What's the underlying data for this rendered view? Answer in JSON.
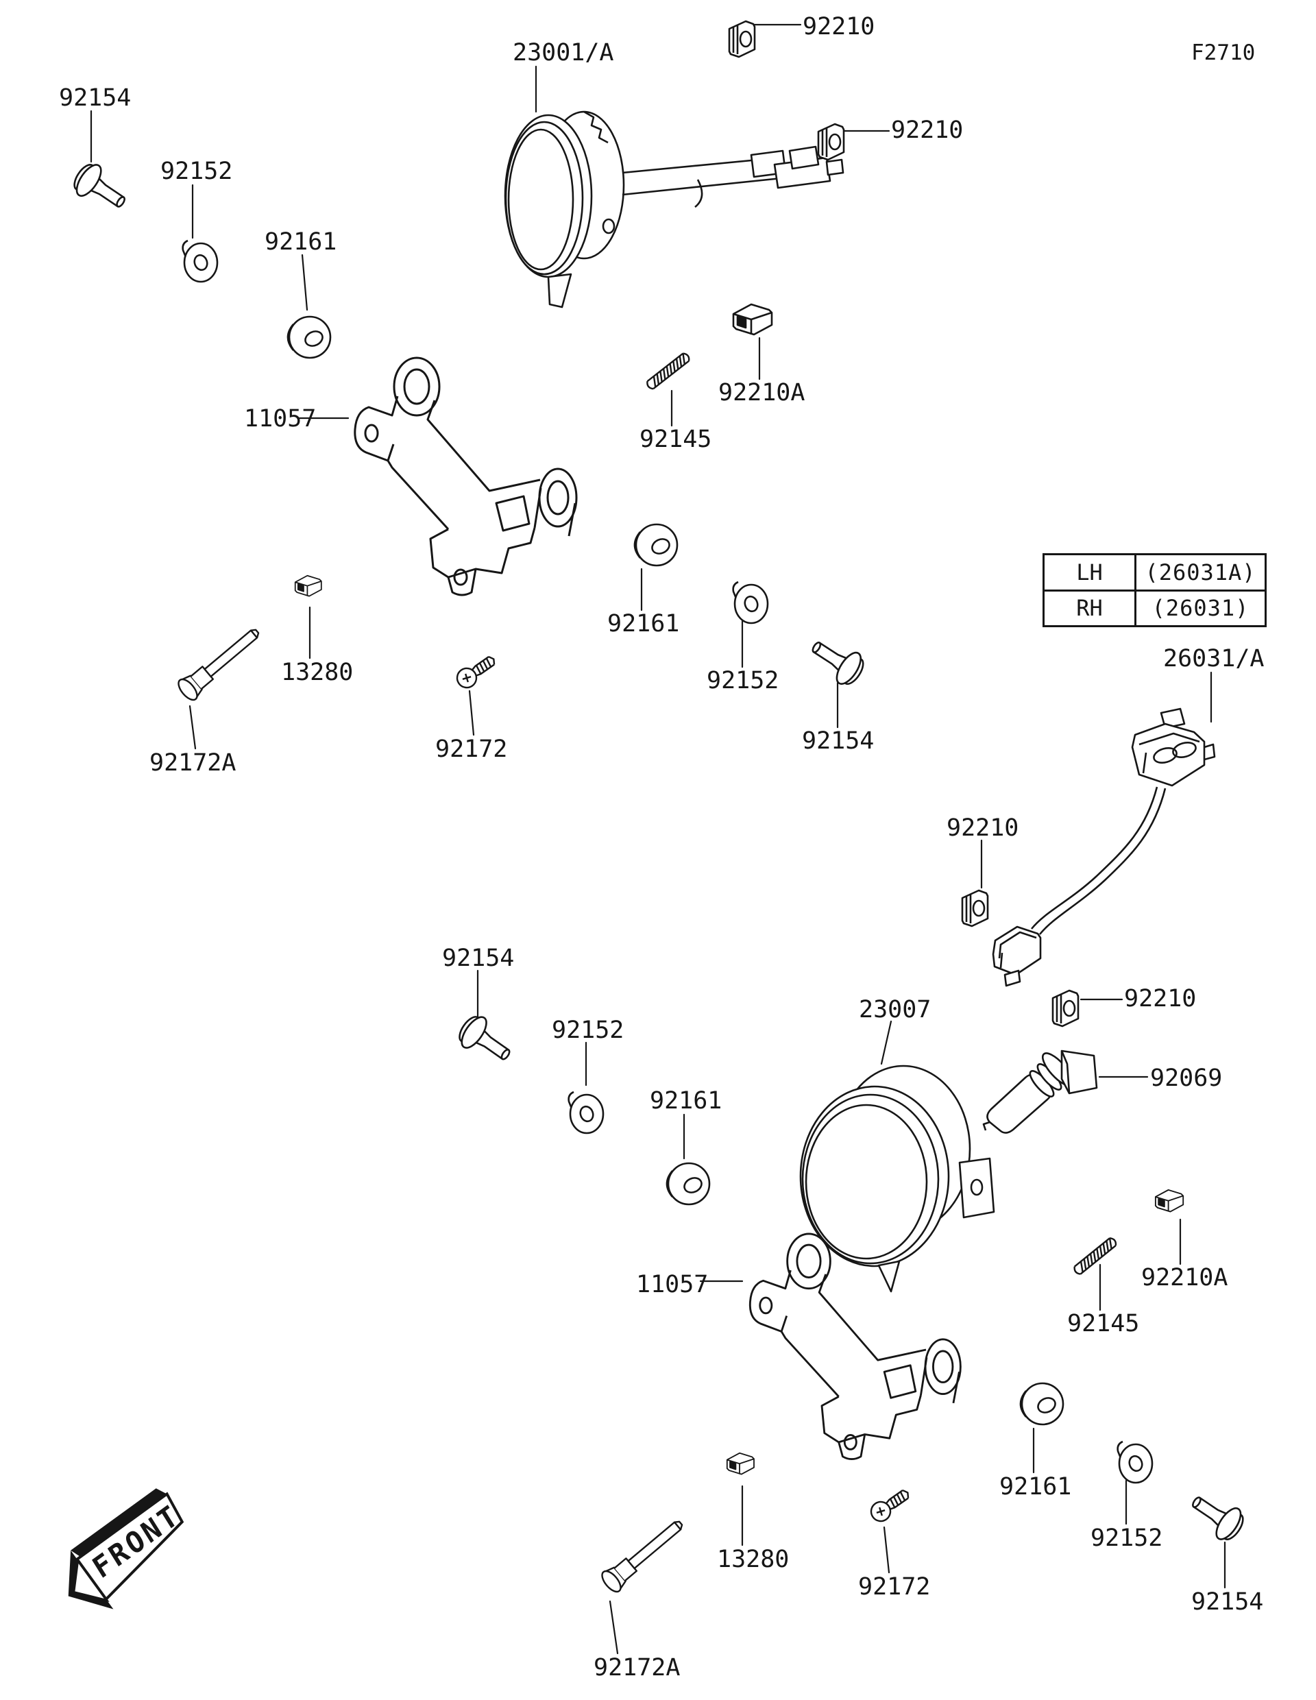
{
  "diagram": {
    "figure_code": "F2710",
    "front_marker": "FRONT",
    "variant_table": {
      "rows": [
        {
          "side": "LH",
          "part": "(26031A)"
        },
        {
          "side": "RH",
          "part": "(26031)"
        }
      ]
    },
    "labels": [
      {
        "text": "92210"
      },
      {
        "text": "23001/A"
      },
      {
        "text": "92154"
      },
      {
        "text": "92152"
      },
      {
        "text": "92161"
      },
      {
        "text": "92210"
      },
      {
        "text": "11057"
      },
      {
        "text": "92145"
      },
      {
        "text": "92210A"
      },
      {
        "text": "92161"
      },
      {
        "text": "92152"
      },
      {
        "text": "92154"
      },
      {
        "text": "26031/A"
      },
      {
        "text": "13280"
      },
      {
        "text": "92172"
      },
      {
        "text": "92172A"
      },
      {
        "text": "92210"
      },
      {
        "text": "92154"
      },
      {
        "text": "92152"
      },
      {
        "text": "92161"
      },
      {
        "text": "23007"
      },
      {
        "text": "92210"
      },
      {
        "text": "92069"
      },
      {
        "text": "11057"
      },
      {
        "text": "92210A"
      },
      {
        "text": "92145"
      },
      {
        "text": "92161"
      },
      {
        "text": "92152"
      },
      {
        "text": "92154"
      },
      {
        "text": "13280"
      },
      {
        "text": "92172"
      },
      {
        "text": "92172A"
      }
    ]
  }
}
